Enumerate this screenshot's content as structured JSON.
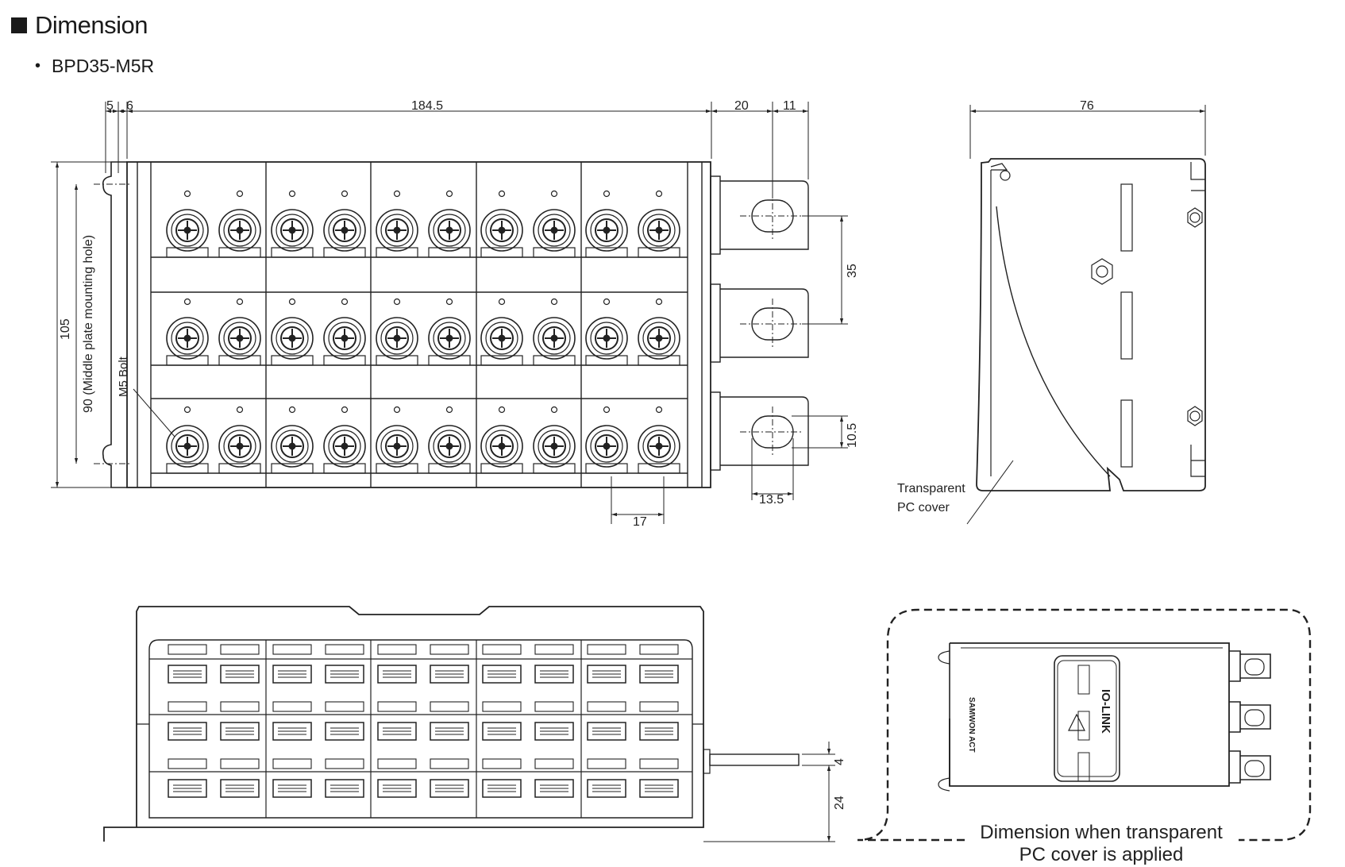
{
  "header": {
    "title": "Dimension"
  },
  "model": {
    "bullet": "•",
    "name": "BPD35-M5R"
  },
  "dims": {
    "d5": "5",
    "d6": "6",
    "d184": "184.5",
    "d20": "20",
    "d11": "11",
    "d76": "76",
    "d35": "35",
    "d105": "105",
    "d90": "90 (Middle plate mounting hole)",
    "m5": "M5 Bolt",
    "d10_5": "10.5",
    "d13_5": "13.5",
    "d17": "17",
    "d4": "4",
    "d24": "24"
  },
  "labels": {
    "cover1": "Transparent",
    "cover2": "PC cover",
    "applied1": "Dimension when transparent",
    "applied2": "PC cover is applied",
    "brand": "SAMWON ACT",
    "logo": "IO-LINK"
  }
}
